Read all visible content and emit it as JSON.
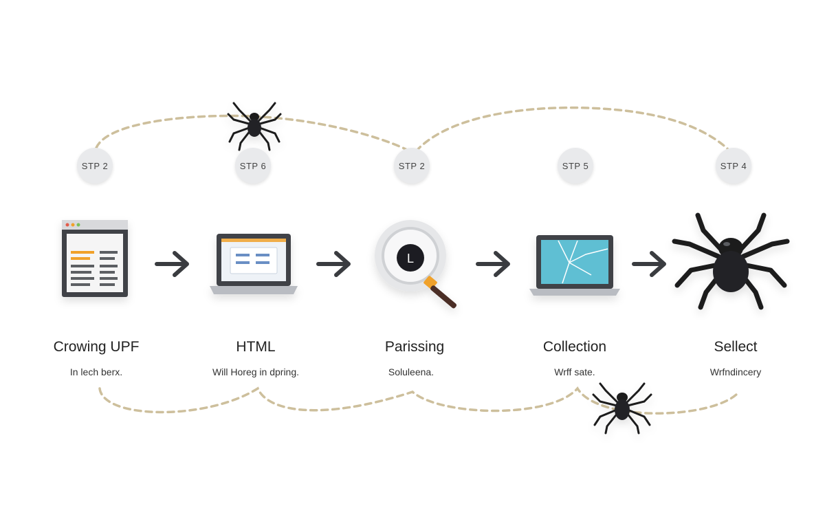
{
  "steps": [
    {
      "badge": "STP 2",
      "title": "Crowing UPF",
      "subtitle": "In lech berx.",
      "icon": "browser-window-icon"
    },
    {
      "badge": "STP 6",
      "title": "HTML",
      "subtitle": "Will Horeg in dpring.",
      "icon": "laptop-html-icon"
    },
    {
      "badge": "STP 2",
      "title": "Parissing",
      "subtitle": "Soluleena.",
      "icon": "magnifier-icon"
    },
    {
      "badge": "STP 5",
      "title": "Collection",
      "subtitle": "Wrff sate.",
      "icon": "laptop-cracked-icon"
    },
    {
      "badge": "STP 4",
      "title": "Sellect",
      "subtitle": "Wrfndincery",
      "icon": "spider-icon"
    }
  ],
  "colors": {
    "dashed_path": "#cdbf9c",
    "arrow": "#3a3c40",
    "dark_frame": "#3f4247",
    "screen_blue": "#5fbfd3",
    "accent_orange": "#f0a12c"
  }
}
